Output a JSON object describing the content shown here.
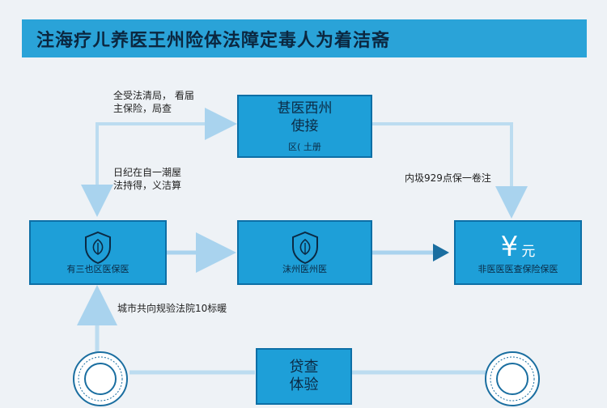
{
  "header": {
    "title": "注海疗ㄦ养医王州险体法障定毒人为着洁斋"
  },
  "notes": {
    "top_left_1": "全受法清局， 看届",
    "top_left_2": "主保险，局查",
    "mid_left_1": "日纪在自一潮屋",
    "mid_left_2": "法持得，义洁算",
    "right_mid": "内圾929点保一卷注",
    "bottom_left": "城市共向规验法院10标暖"
  },
  "boxes": {
    "top_center": {
      "line1": "甚医西州",
      "line2": "使接",
      "line3": "区(  土册"
    },
    "left_mid": {
      "label": "有三也区医保医"
    },
    "center_mid": {
      "label": "沫州医州医"
    },
    "right_mid": {
      "symbol": "¥",
      "unit": "元",
      "label": "非医医医查保险保医"
    },
    "bottom_center": {
      "line1": "贷查",
      "line2": "体验"
    }
  },
  "colors": {
    "accent": "#2aa3d8",
    "box_fill": "#1e9fd8",
    "box_border": "#0d6fa6",
    "arrow_light": "#a9d3ee",
    "arrow_dark": "#1a6ea0"
  },
  "icons": [
    "shield-leaf-icon",
    "shield-leaf-icon",
    "round-seal-icon",
    "round-seal-icon"
  ]
}
